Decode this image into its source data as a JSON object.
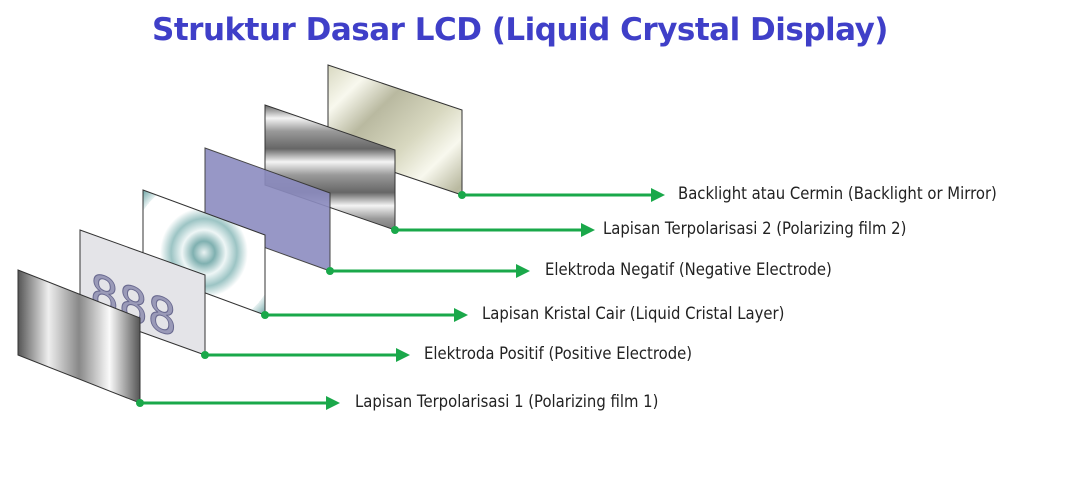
{
  "title": "Struktur Dasar LCD (Liquid Crystal Display)",
  "layers": [
    {
      "label": "Lapisan Terpolarisasi  1 (Polarizing film 1)"
    },
    {
      "label": "Elektroda Positif (Positive Electrode)",
      "digits": "888"
    },
    {
      "label": "Lapisan Kristal Cair (Liquid Cristal Layer)"
    },
    {
      "label": "Elektroda Negatif (Negative Electrode)"
    },
    {
      "label": "Lapisan Terpolarisasi  2 (Polarizing film 2)"
    },
    {
      "label": "Backlight atau Cermin (Backlight or Mirror)"
    }
  ],
  "colors": {
    "title": "#3f3fc8",
    "arrow": "#1aa84a",
    "negative_electrode": "#8c8cc0"
  }
}
